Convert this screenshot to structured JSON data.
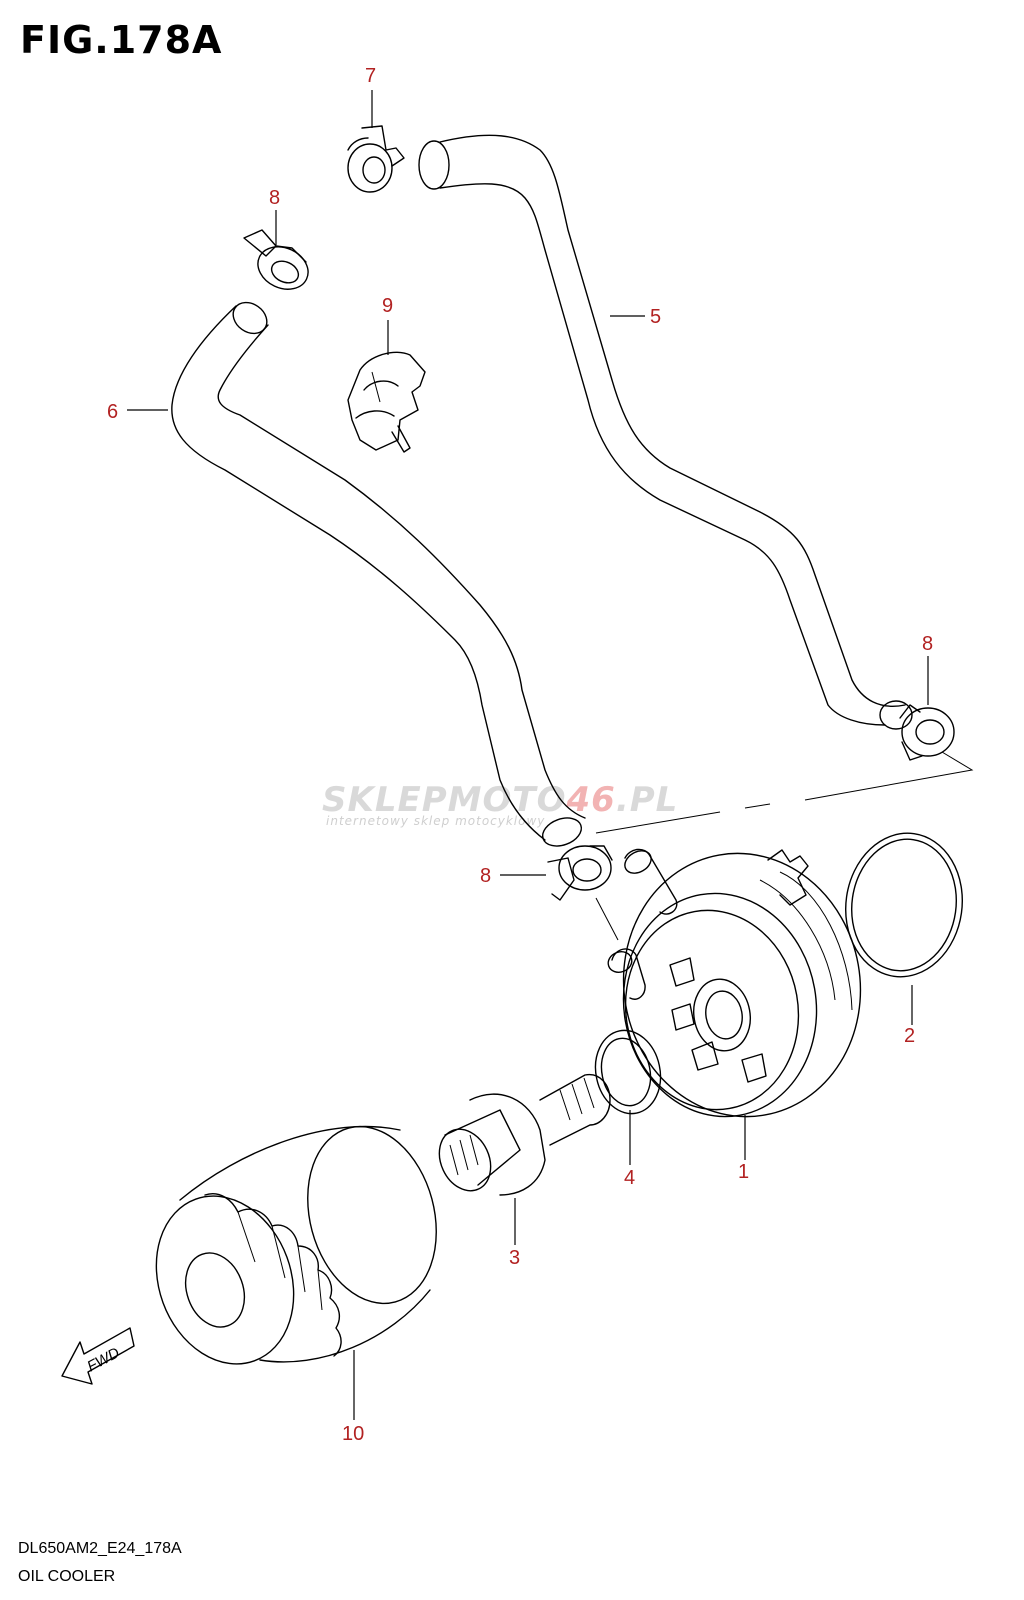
{
  "figure": {
    "title": "FIG.178A",
    "code": "DL650AM2_E24_178A",
    "caption": "OIL COOLER"
  },
  "watermark": {
    "brand_a": "SKLEPMOTO",
    "brand_b": "46",
    "brand_c": ".PL",
    "tagline": "internetowy sklep motocyklowy"
  },
  "callouts": [
    "7",
    "8",
    "9",
    "5",
    "6",
    "8",
    "8",
    "2",
    "1",
    "4",
    "3",
    "10"
  ],
  "fwd_label": "FWD",
  "colors": {
    "callout": "#b22222",
    "line": "#000000"
  }
}
